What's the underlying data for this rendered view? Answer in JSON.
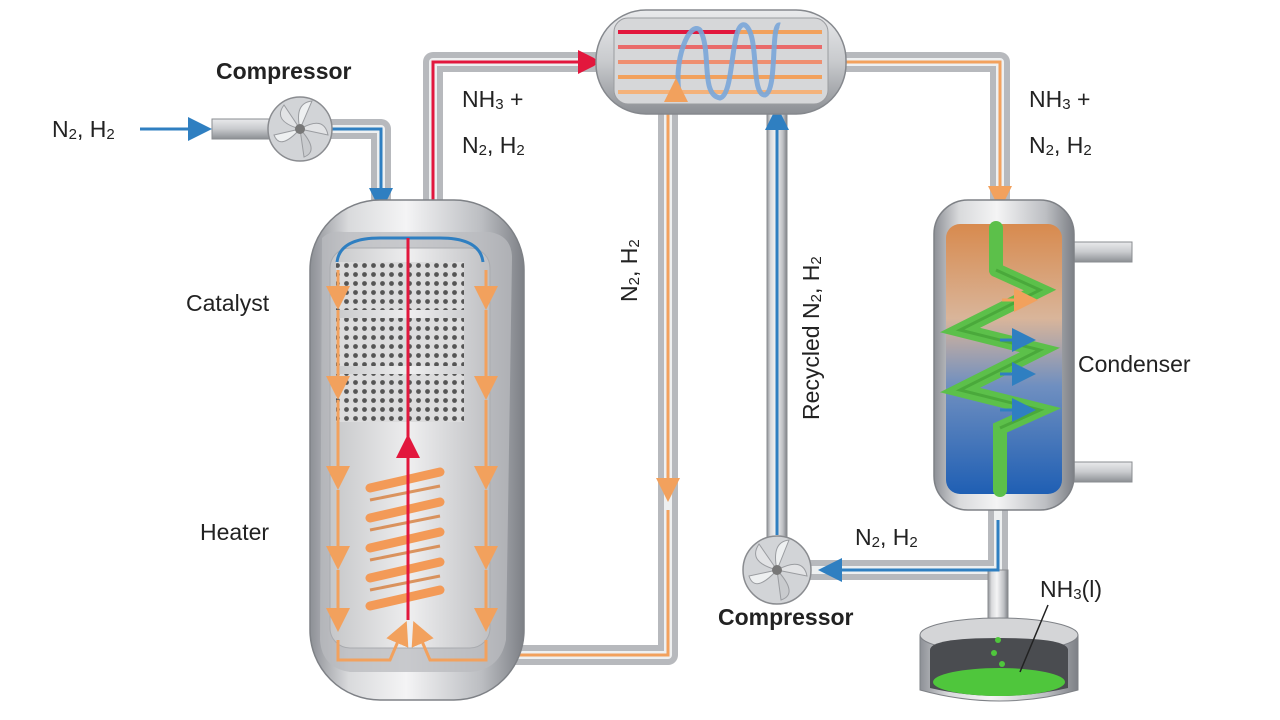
{
  "labels": {
    "compressor_top": "Compressor",
    "compressor_bottom": "Compressor",
    "feed_in": {
      "a": "N",
      "a_sub": "2",
      "b": ", H",
      "b_sub": "2"
    },
    "reactor_out_line1": {
      "a": "NH",
      "a_sub": "3",
      "b": " +"
    },
    "reactor_out_line2": {
      "a": "N",
      "a_sub": "2",
      "b": ", H",
      "b_sub": "2"
    },
    "exchanger_out_line1": {
      "a": "NH",
      "a_sub": "3",
      "b": " +"
    },
    "exchanger_out_line2": {
      "a": "N",
      "a_sub": "2",
      "b": ", H",
      "b_sub": "2"
    },
    "catalyst": "Catalyst",
    "heater": "Heater",
    "down_pipe": {
      "a": "N",
      "a_sub": "2",
      "b": ", H",
      "b_sub": "2"
    },
    "recycled": {
      "a": "Recycled N",
      "a_sub": "2",
      "b": ", H",
      "b_sub": "2"
    },
    "condenser": "Condenser",
    "recycle_in": {
      "a": "N",
      "a_sub": "2",
      "b": ", H",
      "b_sub": "2"
    },
    "ammonia_liquid": {
      "a": "NH",
      "a_sub": "3",
      "b": "(l)"
    }
  },
  "colors": {
    "hot": "#e2173d",
    "warm": "#f2a15d",
    "cold": "#2f7fc1",
    "coil": "#f39a57",
    "condenser_coil": "#5cc04a",
    "liquid": "#4fc63c"
  }
}
